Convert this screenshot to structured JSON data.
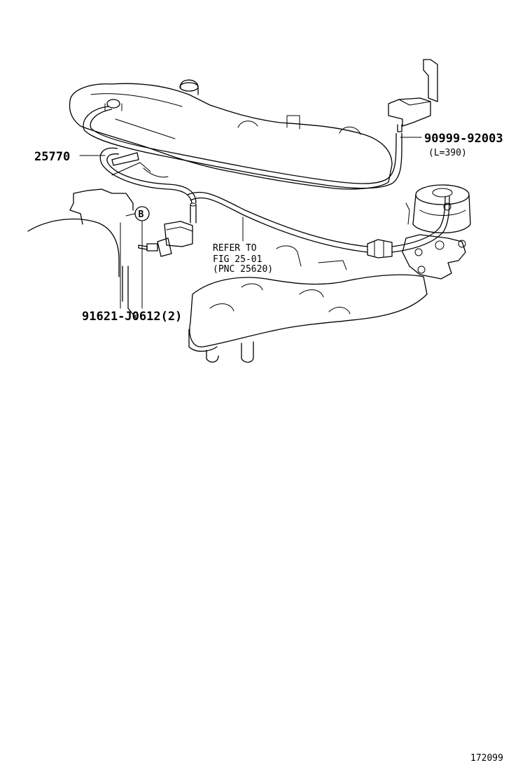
{
  "labels": {
    "hose_assy": "25770",
    "vacuum_hose": "90999-92003",
    "vacuum_hose_len": "(L=390)",
    "refer_line1": "REFER TO",
    "refer_line2": "FIG 25-01",
    "refer_line3": "(PNC 25620)",
    "clip": "91621-J0612(2)",
    "callout_b": "B",
    "figure_number": "172099"
  }
}
